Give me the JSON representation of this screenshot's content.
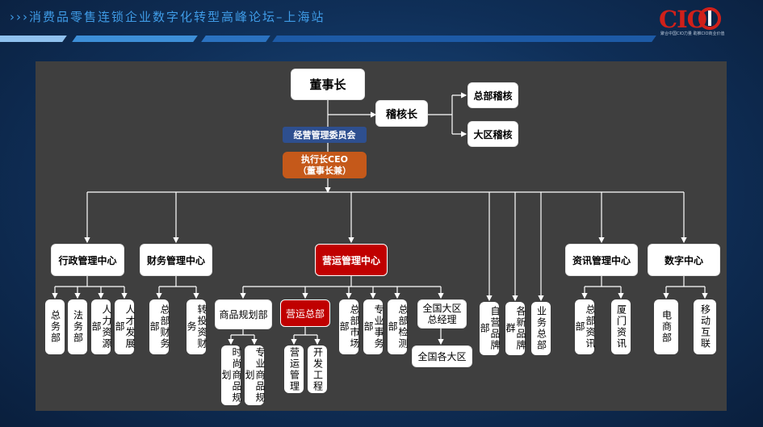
{
  "header": {
    "title": "›››消费品零售连锁企业数字化转型高峰论坛–上海站",
    "logo_text": "CIO",
    "logo_caption": "聚合中国CIO力量  助推CIO商业价值"
  },
  "org": {
    "chairman": "董事长",
    "committee": "经营管理委员会",
    "ceo": "执行长CEO\n（董事长兼）",
    "audit": "稽核长",
    "audit_hq": "总部稽核",
    "audit_region": "大区稽核",
    "centers": {
      "admin": "行政管理中心",
      "finance": "财务管理中心",
      "ops": "营运管理中心",
      "it": "资讯管理中心",
      "digital": "数字中心"
    },
    "admin_children": [
      "总务部",
      "法务部",
      "人力资源部",
      "人才发展部"
    ],
    "finance_children": [
      "总部财务部",
      "转投资财务"
    ],
    "ops_merch": "商品规划部",
    "ops_merch_children": [
      "时尚商品规划",
      "专业商品规划"
    ],
    "ops_hq": "营运总部",
    "ops_hq_children": [
      "营运管理",
      "开发工程"
    ],
    "ops_children": [
      "总部市场部",
      "专业事务部",
      "总部检测部"
    ],
    "regional_gm": "全国大区\n总经理",
    "regions": "全国各大区",
    "direct_children": [
      "自营品牌部",
      "各新品牌群",
      "业务总部"
    ],
    "it_children": [
      "总部资讯部",
      "厦门资讯"
    ],
    "digital_children": [
      "电商部",
      "移动互联"
    ]
  },
  "colors": {
    "title": "#3f9be6",
    "panel": "#3f3f3f",
    "highlight_red": "#c00000",
    "committee_blue": "#2e4f8f",
    "ceo_orange": "#c5591a",
    "logo_red": "#d0201a"
  }
}
